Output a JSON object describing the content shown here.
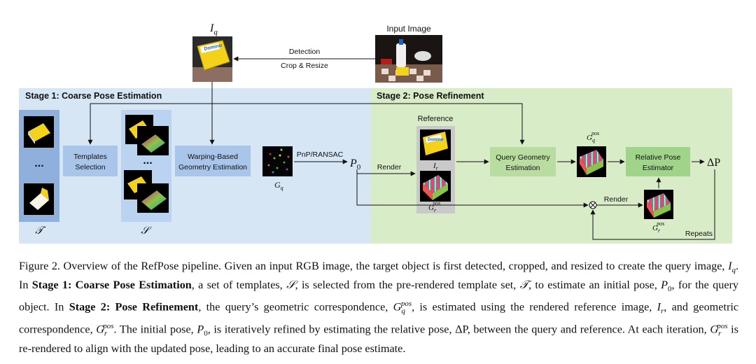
{
  "diagram": {
    "input_image_label": "Input Image",
    "iq_label": "I",
    "iq_sub": "q",
    "detection_label": "Detection",
    "crop_label": "Crop & Resize",
    "stage1_title": "Stage 1: Coarse Pose Estimation",
    "stage2_title": "Stage 2: Pose Refinement",
    "templates_selection_line1": "Templates",
    "templates_selection_line2": "Selection",
    "warping_line1": "Warping-Based",
    "warping_line2": "Geometry Estimation",
    "pnp_label": "PnP/RANSAC",
    "p0_label": "P",
    "p0_sub": "0",
    "gq_label": "G",
    "gq_sub": "q",
    "t_label": "𝒯",
    "s_label": "𝒮",
    "ellipsis": "...",
    "render_label": "Render",
    "reference_label": "Reference",
    "ir_label": "I",
    "ir_sub": "r",
    "grpos_label": "G",
    "grpos_sub": "r",
    "pos_sup": "pos",
    "qge_line1": "Query Geometry",
    "qge_line2": "Estimation",
    "gqpos_label": "G",
    "gqpos_sub": "q",
    "rpe_line1": "Relative Pose",
    "rpe_line2": "Estimator",
    "delta_p_label": "ΔP",
    "render2_label": "Render",
    "repeats_label": "Repeats",
    "otimes": "⊗",
    "domino_text": "Domino"
  },
  "caption": {
    "p1": "Figure 2. Overview of the RefPose pipeline. Given an input RGB image, the target object is first detected, cropped, and resized to create the query image, ",
    "p1_var": "I",
    "p1_sub": "q",
    "p2": ". In ",
    "b1": "Stage 1: Coarse Pose Estimation",
    "p3": ", a set of templates, ",
    "p3_var": "𝒮",
    "p4": ", is selected from the pre-rendered template set, ",
    "p4_var": "𝒯",
    "p5": ", to estimate an initial pose, ",
    "p5_var": "P",
    "p5_sub": "0",
    "p6": ", for the query object. In ",
    "b2": "Stage 2: Pose Refinement",
    "p7": ", the query’s geometric correspondence, ",
    "p7_var": "G",
    "p7_sub": "q",
    "p7_sup": "pos",
    "p8": ", is estimated using the rendered reference image, ",
    "p8_var": "I",
    "p8_sub": "r",
    "p9": ", and geometric correspondence, ",
    "p9_var": "G",
    "p9_sub": "r",
    "p9_sup": "pos",
    "p10": ". The initial pose, ",
    "p10_var": "P",
    "p10_sub": "0",
    "p11": ", is iteratively refined by estimating the relative pose, ",
    "p11_var": "ΔP",
    "p12": ", between the query and reference. At each iteration, ",
    "p12_var": "G",
    "p12_sub": "r",
    "p12_sup": "pos",
    "p13": " is re-rendered to align with the updated pose, leading to an accurate final pose estimate."
  }
}
